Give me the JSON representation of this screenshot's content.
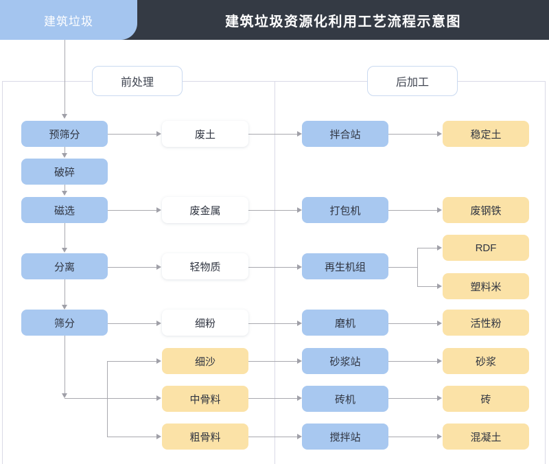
{
  "header": {
    "tab_label": "建筑垃圾",
    "title": "建筑垃圾资源化利用工艺流程示意图",
    "tab_color": "#a4c5ef",
    "bar_color": "#343a44"
  },
  "sections": {
    "pre_label": "前处理",
    "post_label": "后加工"
  },
  "palette": {
    "blue": "#a8c8f0",
    "yellow": "#fbe2a7",
    "white": "#ffffff",
    "connector": "#a8a8ae",
    "border": "#d9d9e6"
  },
  "columns": {
    "process": {
      "nodes": [
        {
          "label": "预筛分",
          "type": "blue"
        },
        {
          "label": "破碎",
          "type": "blue"
        },
        {
          "label": "磁选",
          "type": "blue"
        },
        {
          "label": "分离",
          "type": "blue"
        },
        {
          "label": "筛分",
          "type": "blue"
        }
      ]
    },
    "material": {
      "nodes": [
        {
          "label": "废土",
          "type": "white"
        },
        {
          "label": "废金属",
          "type": "white"
        },
        {
          "label": "轻物质",
          "type": "white"
        },
        {
          "label": "细粉",
          "type": "white"
        },
        {
          "label": "细沙",
          "type": "yellow"
        },
        {
          "label": "中骨料",
          "type": "yellow"
        },
        {
          "label": "粗骨料",
          "type": "yellow"
        }
      ]
    },
    "equipment": {
      "nodes": [
        {
          "label": "拌合站",
          "type": "blue"
        },
        {
          "label": "打包机",
          "type": "blue"
        },
        {
          "label": "再生机组",
          "type": "blue"
        },
        {
          "label": "磨机",
          "type": "blue"
        },
        {
          "label": "砂浆站",
          "type": "blue"
        },
        {
          "label": "砖机",
          "type": "blue"
        },
        {
          "label": "搅拌站",
          "type": "blue"
        }
      ]
    },
    "product": {
      "nodes": [
        {
          "label": "稳定土",
          "type": "yellow"
        },
        {
          "label": "废钢铁",
          "type": "yellow"
        },
        {
          "label": "RDF",
          "type": "yellow"
        },
        {
          "label": "塑料米",
          "type": "yellow"
        },
        {
          "label": "活性粉",
          "type": "yellow"
        },
        {
          "label": "砂浆",
          "type": "yellow"
        },
        {
          "label": "砖",
          "type": "yellow"
        },
        {
          "label": "混凝土",
          "type": "yellow"
        }
      ]
    }
  }
}
